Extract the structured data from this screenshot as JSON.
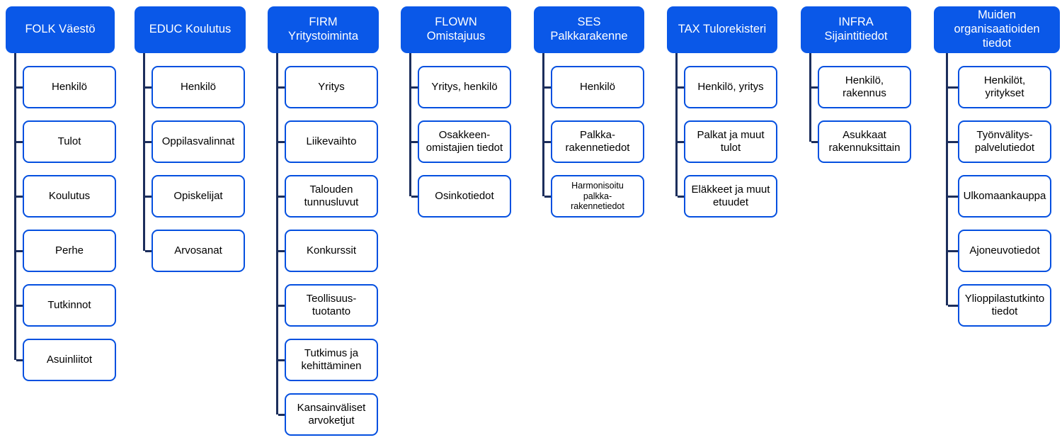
{
  "diagram": {
    "colors": {
      "header_bg": "#0A58E8",
      "header_text": "#FFFFFF",
      "child_border": "#0550E0",
      "child_bg": "#FFFFFF",
      "child_text": "#000000",
      "connector": "#1C2E5C"
    },
    "columns": [
      {
        "title": "FOLK Väestö",
        "children": [
          {
            "label": "Henkilö"
          },
          {
            "label": "Tulot"
          },
          {
            "label": "Koulutus"
          },
          {
            "label": "Perhe"
          },
          {
            "label": "Tutkinnot"
          },
          {
            "label": "Asuinliitot"
          }
        ]
      },
      {
        "title": "EDUC Koulutus",
        "children": [
          {
            "label": "Henkilö"
          },
          {
            "label": "Oppilasvalinnat"
          },
          {
            "label": "Opiskelijat"
          },
          {
            "label": "Arvosanat"
          }
        ]
      },
      {
        "title": "FIRM\nYritystoiminta",
        "children": [
          {
            "label": "Yritys"
          },
          {
            "label": "Liikevaihto"
          },
          {
            "label": "Talouden\ntunnusluvut"
          },
          {
            "label": "Konkurssit"
          },
          {
            "label": "Teollisuus-\ntuotanto"
          },
          {
            "label": "Tutkimus ja\nkehittäminen"
          },
          {
            "label": "Kansainväliset\narvoketjut"
          }
        ]
      },
      {
        "title": "FLOWN\nOmistajuus",
        "children": [
          {
            "label": "Yritys, henkilö"
          },
          {
            "label": "Osakkeen-\nomistajien tiedot"
          },
          {
            "label": "Osinkotiedot"
          }
        ]
      },
      {
        "title": "SES\nPalkkarakenne",
        "children": [
          {
            "label": "Henkilö"
          },
          {
            "label": "Palkka-\nrakennetiedot"
          },
          {
            "label": "Harmonisoitu\npalkka-\nrakennetiedot",
            "small": true
          }
        ]
      },
      {
        "title": "TAX Tulorekisteri",
        "children": [
          {
            "label": "Henkilö, yritys"
          },
          {
            "label": "Palkat ja muut\ntulot"
          },
          {
            "label": "Eläkkeet ja muut\netuudet"
          }
        ]
      },
      {
        "title": "INFRA\nSijaintitiedot",
        "children": [
          {
            "label": "Henkilö,\nrakennus"
          },
          {
            "label": "Asukkaat\nrakennuksittain"
          }
        ]
      },
      {
        "title": "Muiden\norganisaatioiden\ntiedot",
        "children": [
          {
            "label": "Henkilöt,\nyritykset"
          },
          {
            "label": "Työnvälitys-\npalvelutiedot"
          },
          {
            "label": "Ulkomaankauppa"
          },
          {
            "label": "Ajoneuvotiedot"
          },
          {
            "label": "Ylioppilastutkinto\ntiedot"
          }
        ]
      }
    ]
  }
}
